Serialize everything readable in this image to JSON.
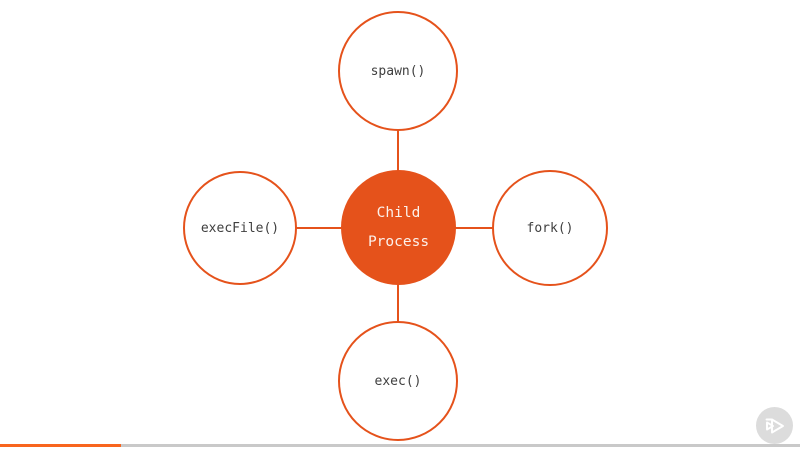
{
  "diagram": {
    "center_node": {
      "label": "Child Process",
      "lines": [
        "Child",
        "Process"
      ]
    },
    "nodes": {
      "top": {
        "label": "spawn()"
      },
      "right": {
        "label": "fork()"
      },
      "bottom": {
        "label": "exec()"
      },
      "left": {
        "label": "execFile()"
      }
    }
  },
  "player": {
    "progress_percent": 15.1,
    "watermark_icon": "egghead-play-icon"
  },
  "theme": {
    "background": "#ffffff",
    "accent": "#e5521b",
    "node_text": "#3f3f3f",
    "center_text": "#fcf1eb",
    "progress_fill": "#f8651e",
    "progress_track": "#c9c9c9",
    "watermark_bg": "#dcdcdc",
    "watermark_glyph": "#ffffff"
  }
}
